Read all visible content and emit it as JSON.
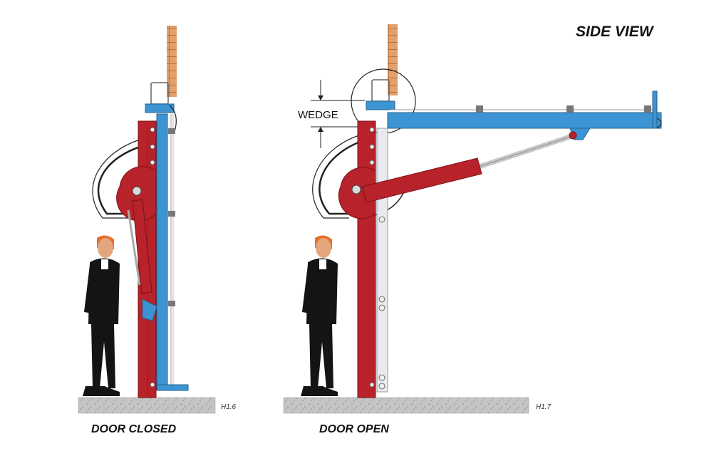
{
  "heading": "SIDE VIEW",
  "panels": [
    {
      "caption": "DOOR CLOSED",
      "code": "H1.6"
    },
    {
      "caption": "DOOR OPEN",
      "code": "H1.7"
    }
  ],
  "dimension_label": "WEDGE",
  "colors": {
    "frame_red": "#b8222a",
    "door_blue": "#3d94d4",
    "brick": "#e3a06a",
    "concrete": "#bdbdbd",
    "suit": "#141414",
    "skin": "#e3a57c",
    "hair": "#e86d2a",
    "cylinder_rod": "#c8c8c8"
  }
}
